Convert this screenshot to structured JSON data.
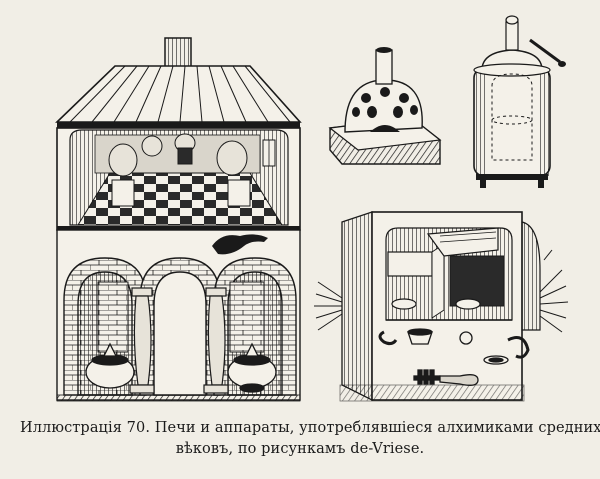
{
  "caption": {
    "label": "Иллюстрація 70.",
    "line1_text": "Печи и аппараты, употреблявшіеся алхимиками среднихъ",
    "line2_text": "вѣковъ, по рисункамъ de-Vriese."
  },
  "colors": {
    "paper": "#f1eee6",
    "ink": "#1a1a1a"
  }
}
